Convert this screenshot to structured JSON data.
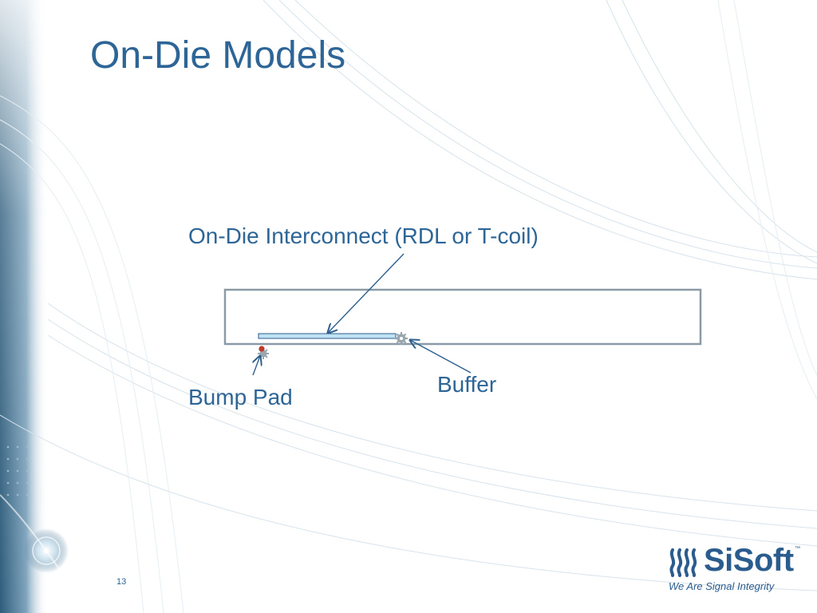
{
  "slide": {
    "title": "On-Die Models",
    "page_number": "13"
  },
  "diagram": {
    "labels": {
      "interconnect": "On-Die Interconnect (RDL or T-coil)",
      "buffer": "Buffer",
      "bump_pad": "Bump Pad"
    },
    "icons": {
      "bump_pad": "bump-pad-icon",
      "buffer": "buffer-gear-icon"
    }
  },
  "logo": {
    "name": "SiSoft",
    "trademark": "™",
    "tagline": "We Are Signal Integrity"
  },
  "colors": {
    "text": "#2d6596",
    "die_border": "#8a9aa6",
    "trace_fill": "#bfe3f2",
    "arrow": "#2d5f8f",
    "bump_pad": "#c0392b"
  }
}
